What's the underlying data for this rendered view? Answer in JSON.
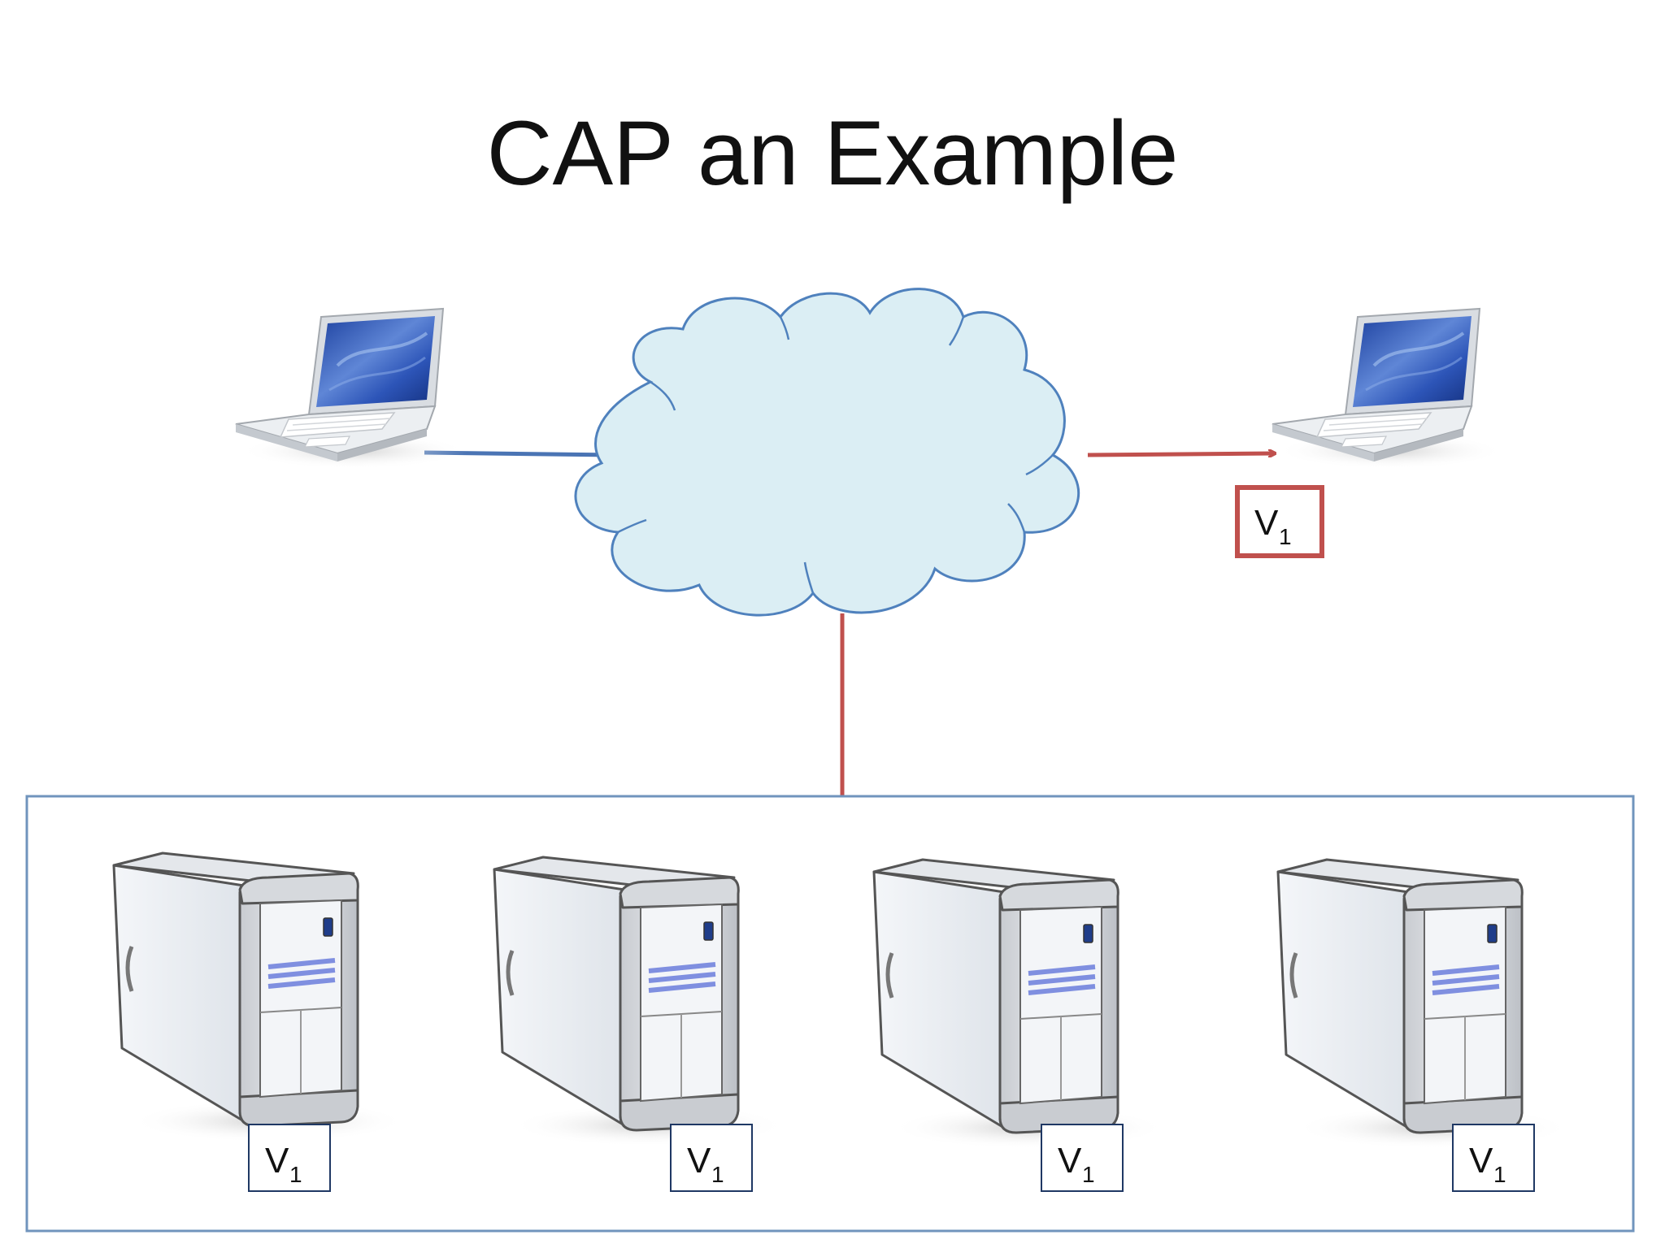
{
  "slide": {
    "title": "CAP an Example"
  },
  "client_version_label": {
    "main": "V",
    "sub": "1"
  },
  "servers": [
    {
      "label_main": "V",
      "label_sub": "1"
    },
    {
      "label_main": "V",
      "label_sub": "1"
    },
    {
      "label_main": "V",
      "label_sub": "1"
    },
    {
      "label_main": "V",
      "label_sub": "1"
    }
  ],
  "icons": {
    "left_client": "laptop-icon",
    "right_client": "laptop-icon",
    "network": "cloud-icon",
    "server": "server-tower-icon"
  },
  "colors": {
    "write_link": "#4a74b4",
    "read_link": "#c0504d",
    "cloud_fill": "#dbeef4",
    "cloud_stroke": "#4f81bd",
    "cluster_border": "#7094bd",
    "label_box_border": "#1f3864",
    "highlight_box_border": "#c0504d"
  }
}
